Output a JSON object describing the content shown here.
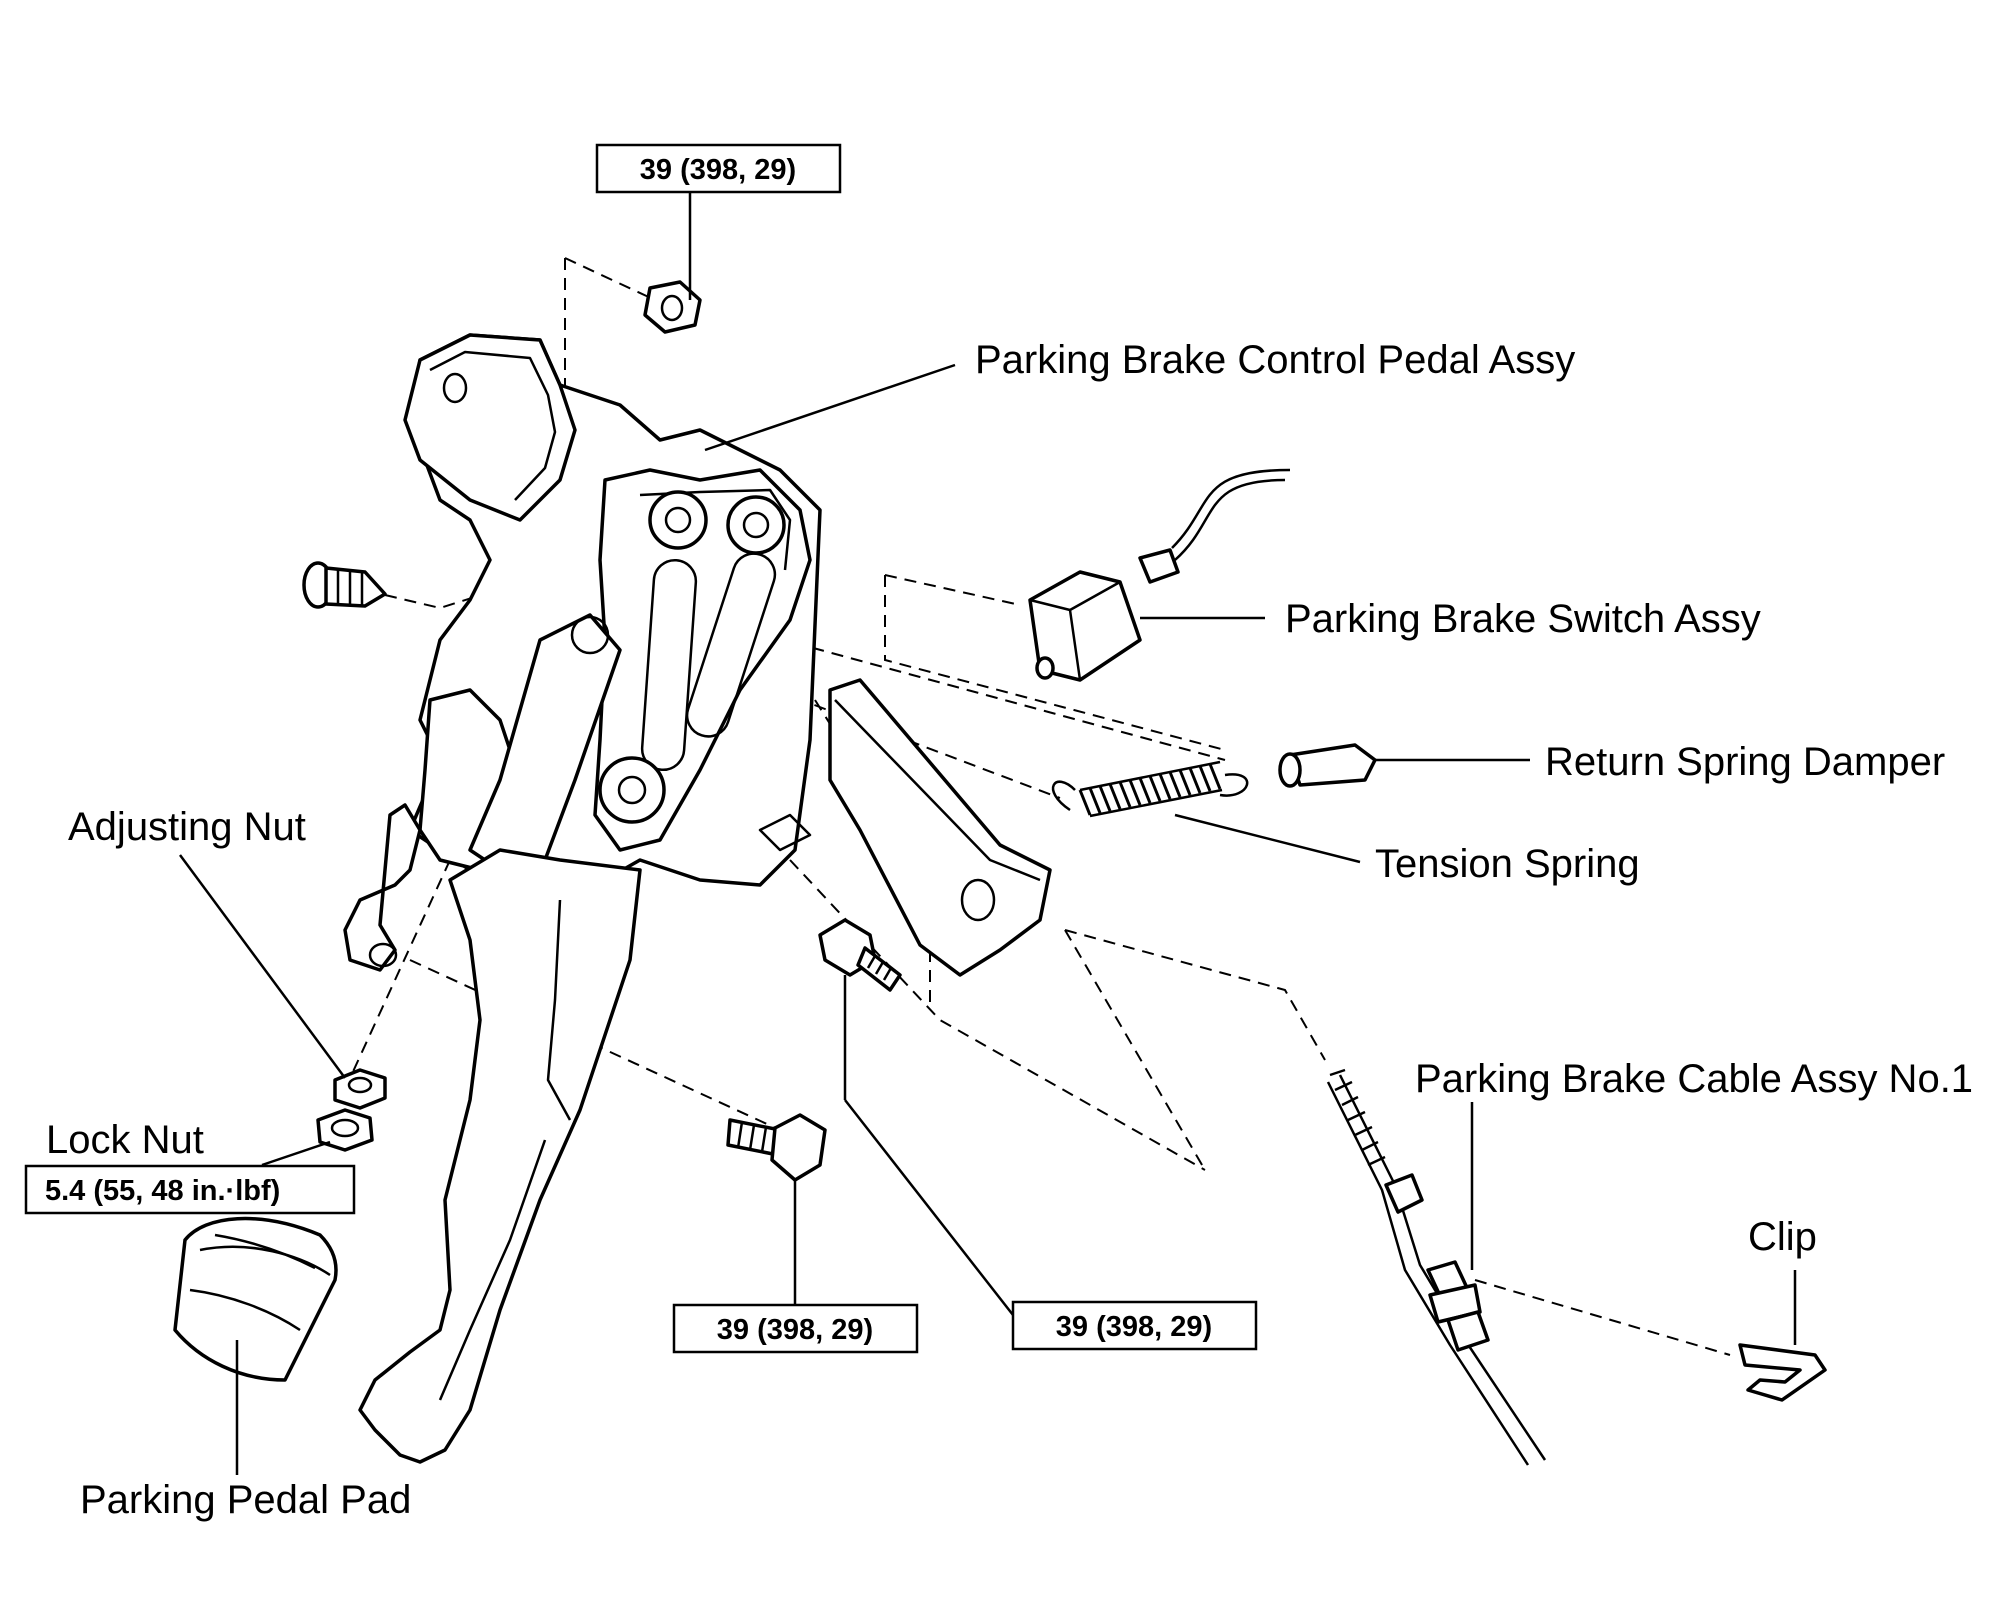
{
  "labels": {
    "control_pedal_assy": "Parking Brake Control Pedal Assy",
    "switch_assy": "Parking Brake Switch Assy",
    "return_spring_damper": "Return Spring Damper",
    "tension_spring": "Tension Spring",
    "adjusting_nut": "Adjusting Nut",
    "lock_nut": "Lock Nut",
    "cable_assy": "Parking Brake Cable Assy No.1",
    "clip": "Clip",
    "pedal_pad": "Parking Pedal Pad"
  },
  "torque": {
    "top_nut": "39 (398, 29)",
    "lock_nut": "5.4 (55, 48 in.·lbf)",
    "lower_bolt": "39 (398, 29)",
    "pivot_bolt": "39 (398, 29)"
  }
}
